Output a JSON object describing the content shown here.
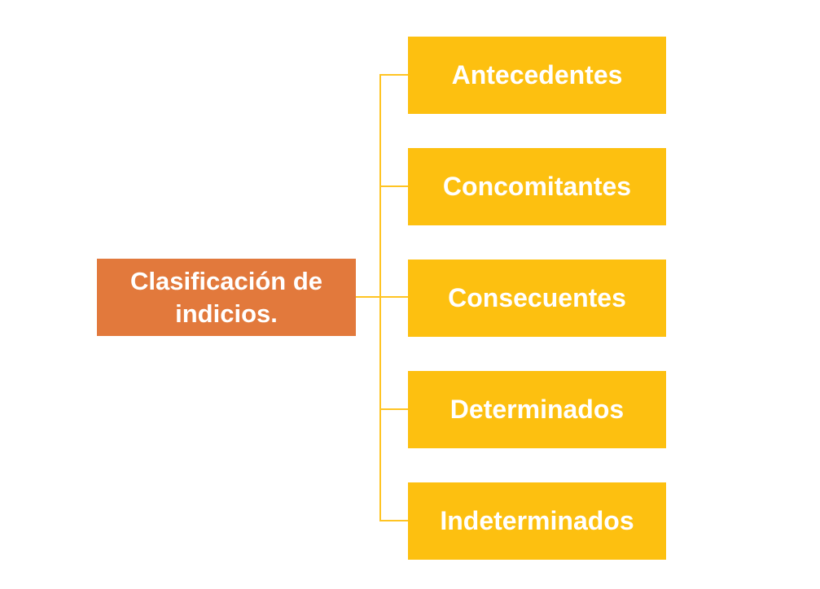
{
  "diagram": {
    "root": {
      "label": "Clasificación de indicios."
    },
    "children": [
      {
        "label": "Antecedentes"
      },
      {
        "label": "Concomitantes"
      },
      {
        "label": "Consecuentes"
      },
      {
        "label": "Determinados"
      },
      {
        "label": "Indeterminados"
      }
    ],
    "colors": {
      "root_fill": "#e2793c",
      "child_fill": "#fdc010",
      "connector": "#ffc423",
      "text": "#ffffff",
      "background": "#ffffff"
    }
  }
}
